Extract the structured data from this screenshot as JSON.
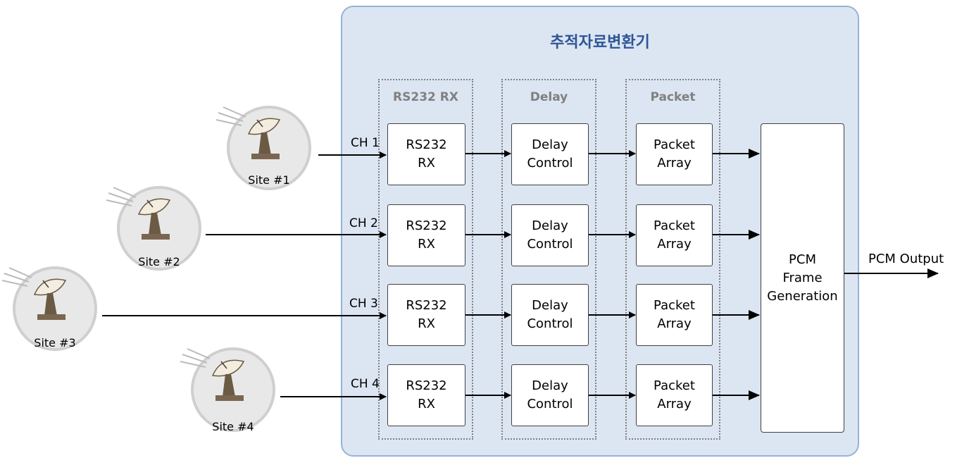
{
  "title": "추적자료변환기",
  "groups": [
    "RS232 RX",
    "Delay",
    "Packet"
  ],
  "channels": [
    {
      "ch": "CH 1",
      "site": "Site #1",
      "rx": "RS232\nRX",
      "delay": "Delay\nControl",
      "packet": "Packet\nArray"
    },
    {
      "ch": "CH 2",
      "site": "Site #2",
      "rx": "RS232\nRX",
      "delay": "Delay\nControl",
      "packet": "Packet\nArray"
    },
    {
      "ch": "CH 3",
      "site": "Site #3",
      "rx": "RS232\nRX",
      "delay": "Delay\nControl",
      "packet": "Packet\nArray"
    },
    {
      "ch": "CH 4",
      "site": "Site #4",
      "rx": "RS232\nRX",
      "delay": "Delay\nControl",
      "packet": "Packet\nArray"
    }
  ],
  "pcm": "PCM\nFrame\nGeneration",
  "output": "PCM Output",
  "colors": {
    "panel": "#dce6f2",
    "panel_border": "#95b3d7",
    "title": "#2f5597"
  }
}
